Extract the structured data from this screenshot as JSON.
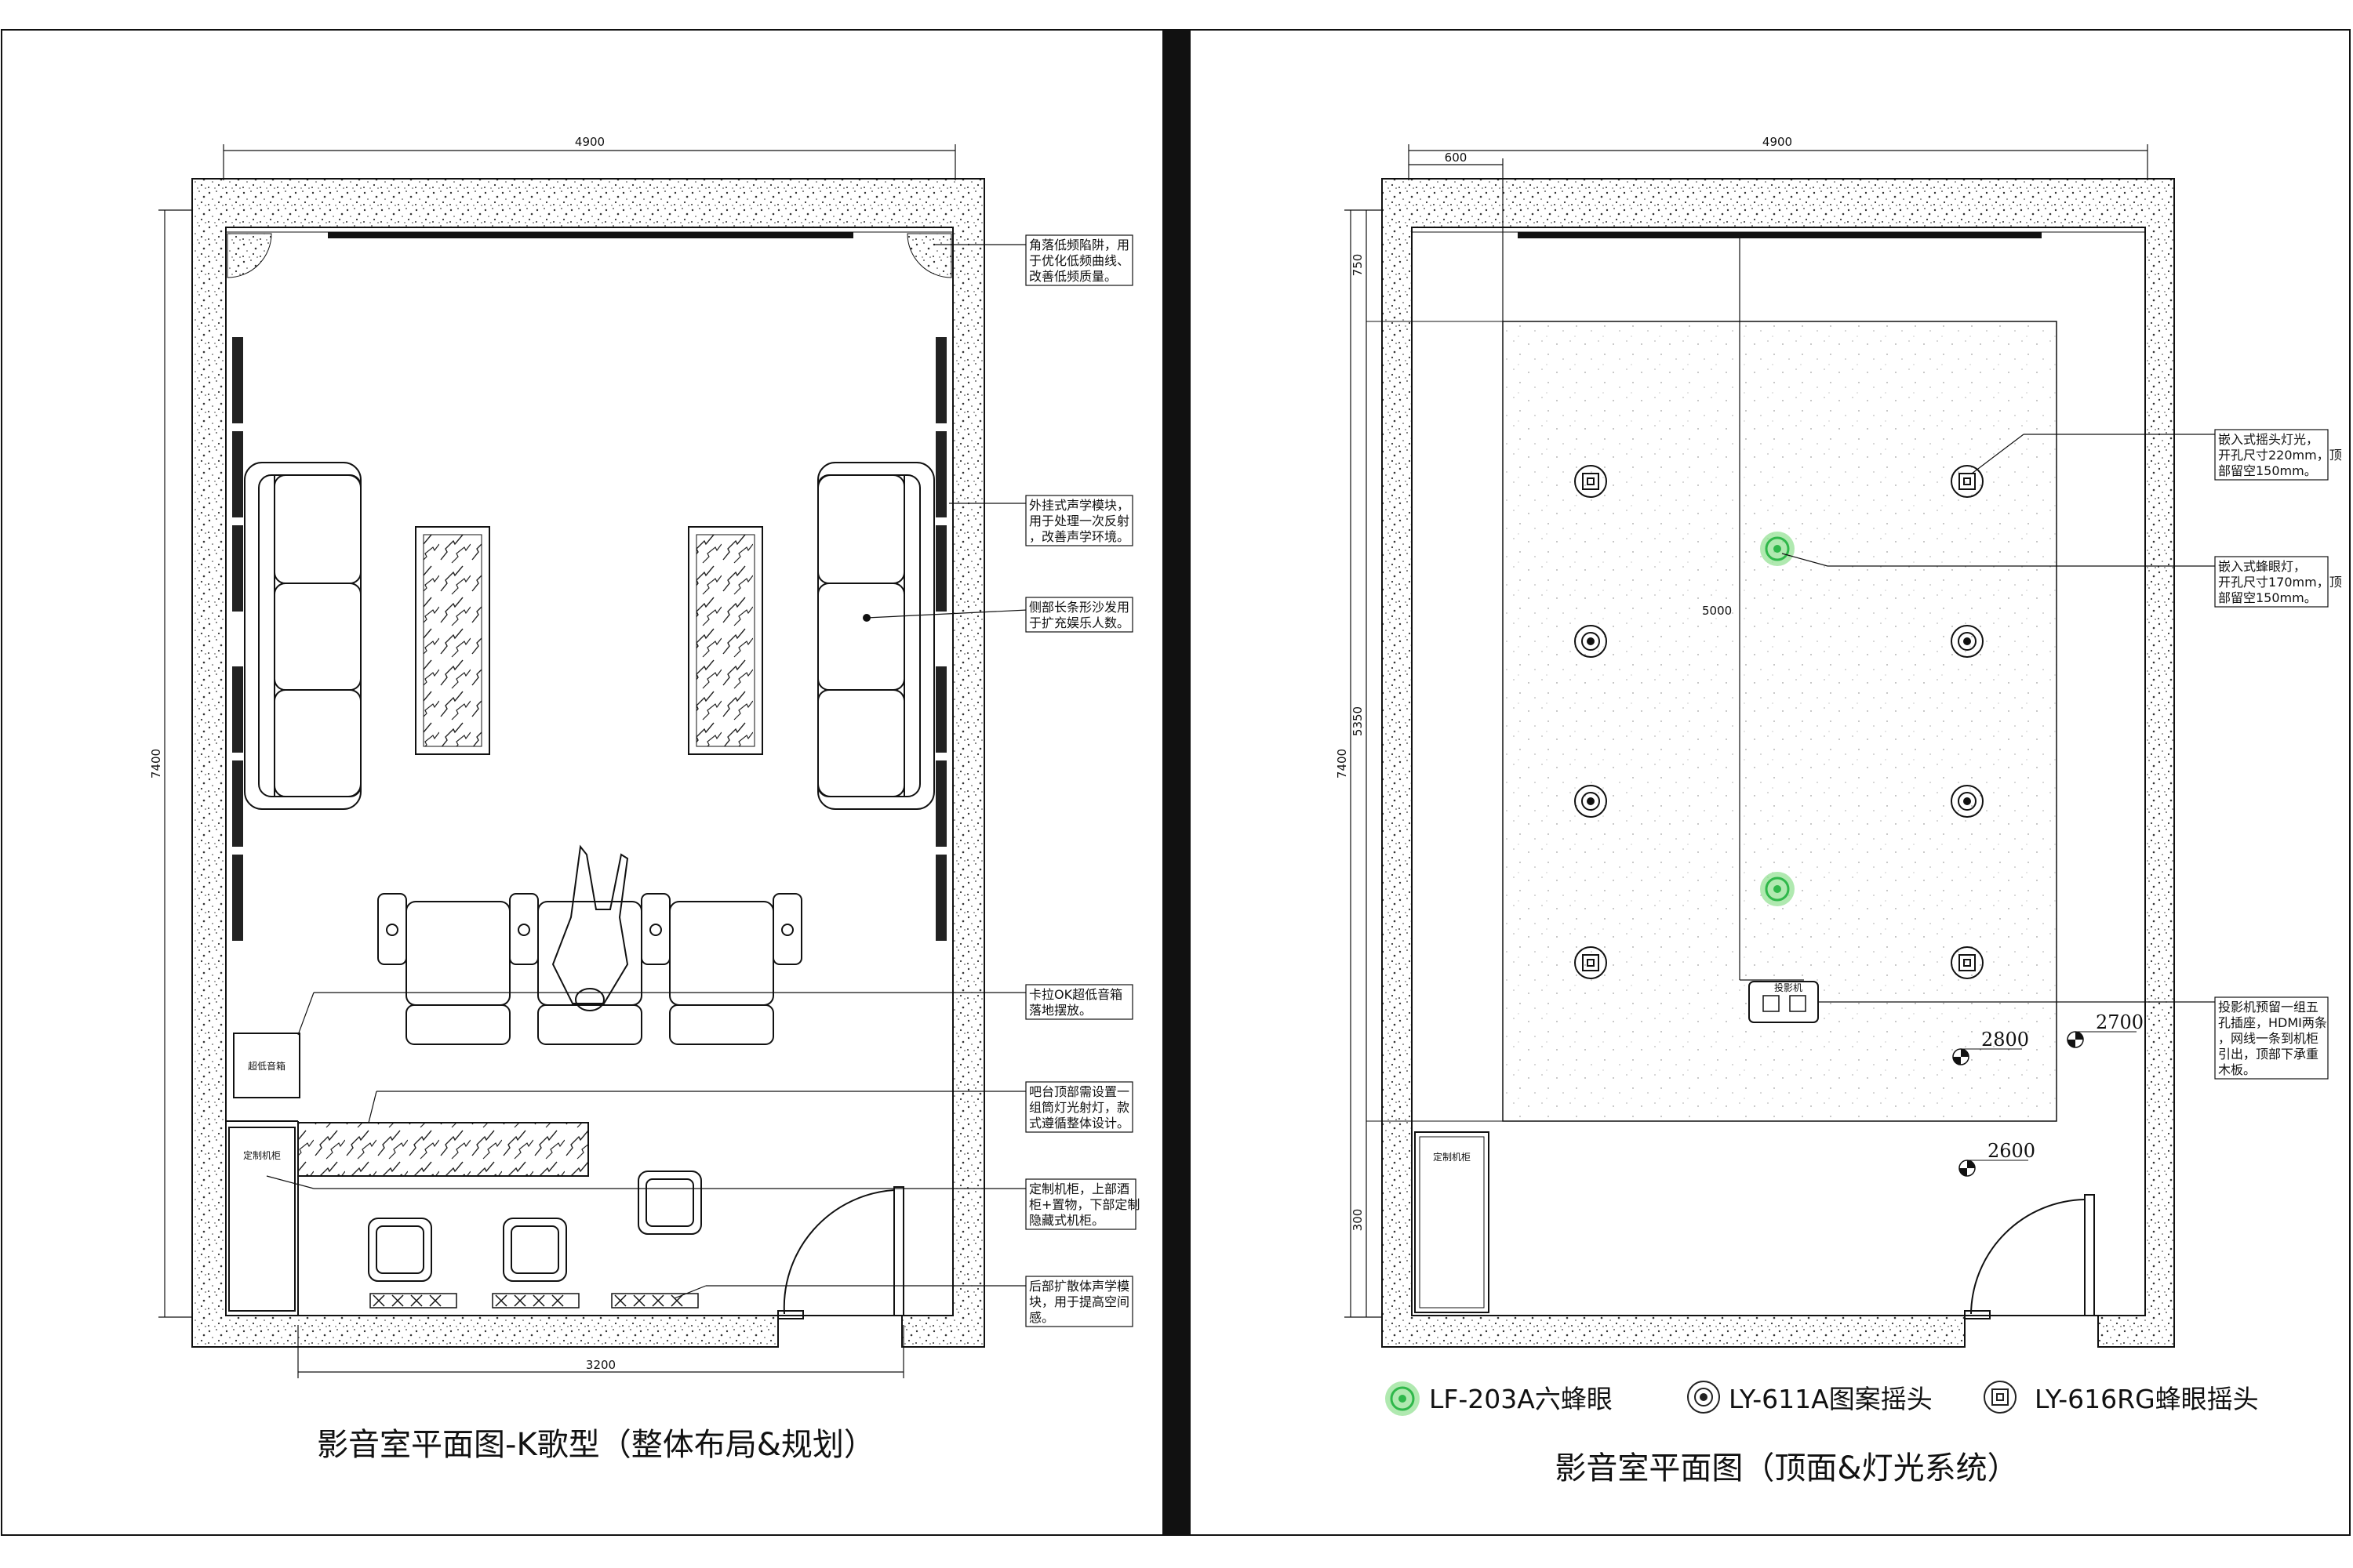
{
  "left_plan": {
    "title": "影音室平面图-K歌型（整体布局&规划）",
    "dims": {
      "top": "4900",
      "left": "7400",
      "bottom": "3200"
    },
    "notes": [
      [
        "角落低频陷阱，用",
        "于优化低频曲线、",
        "改善低频质量。"
      ],
      [
        "外挂式声学模块，",
        "用于处理一次反射",
        "，改善声学环境。"
      ],
      [
        "侧部长条形沙发用",
        "于扩充娱乐人数。"
      ],
      [
        "卡拉OK超低音箱",
        "落地摆放。"
      ],
      [
        "吧台顶部需设置一",
        "组筒灯光射灯，款",
        "式遵循整体设计。"
      ],
      [
        "定制机柜，上部酒",
        "柜+置物，下部定制",
        "隐藏式机柜。"
      ],
      [
        "后部扩散体声学模",
        "块，用于提高空间",
        "感。"
      ]
    ],
    "labels": {
      "subwoofer": "超低音箱",
      "cabinet": "定制机柜"
    }
  },
  "right_plan": {
    "title": "影音室平面图（顶面&灯光系统）",
    "dims": {
      "top": "4900",
      "top_small": "600",
      "left": "7400",
      "left_top": "750",
      "left_mid": "5350",
      "left_bottom": "300",
      "center": "5000"
    },
    "notes": [
      [
        "嵌入式摇头灯光，",
        "开孔尺寸220mm，顶",
        "部留空150mm。"
      ],
      [
        "嵌入式蜂眼灯，",
        "开孔尺寸170mm，顶",
        "部留空150mm。"
      ],
      [
        "投影机预留一组五",
        "孔插座，HDMI两条",
        "，网线一条到机柜",
        "引出，顶部下承重",
        "木板。"
      ]
    ],
    "elevations": [
      "2800",
      "2700",
      "2600"
    ],
    "labels": {
      "cabinet": "定制机柜",
      "projector": "投影机"
    }
  },
  "legend": [
    {
      "label": "LF-203A六蜂眼",
      "icon": "green-beehive-light-icon",
      "color": "#2fb84a"
    },
    {
      "label": "LY-611A图案摇头",
      "icon": "pattern-moving-head-icon",
      "color": "#222222"
    },
    {
      "label": "LY-616RG蜂眼摇头",
      "icon": "beehive-moving-head-icon",
      "color": "#222222"
    }
  ],
  "colors": {
    "divider": "#111111",
    "line": "#111111",
    "green": "#2fb84a"
  }
}
